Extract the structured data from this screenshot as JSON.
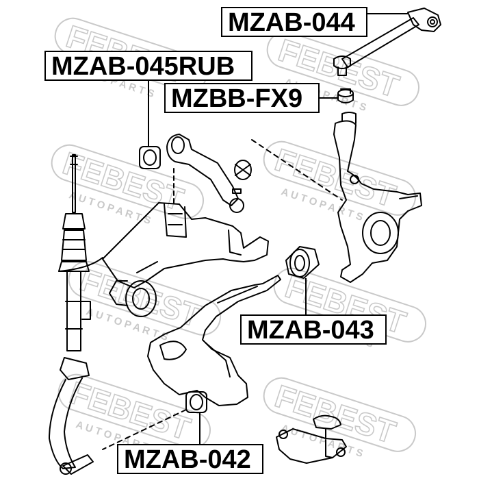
{
  "watermark": {
    "brand": "FEBEST",
    "sub": "A U T O   P A R T S",
    "color": "#c8c8c8"
  },
  "parts": {
    "p044": "MZAB-044",
    "p045": "MZAB-045RUB",
    "pfx9": "MZBB-FX9",
    "p043": "MZAB-043",
    "p042": "MZAB-042"
  },
  "colors": {
    "line": "#000000",
    "background": "#ffffff"
  }
}
